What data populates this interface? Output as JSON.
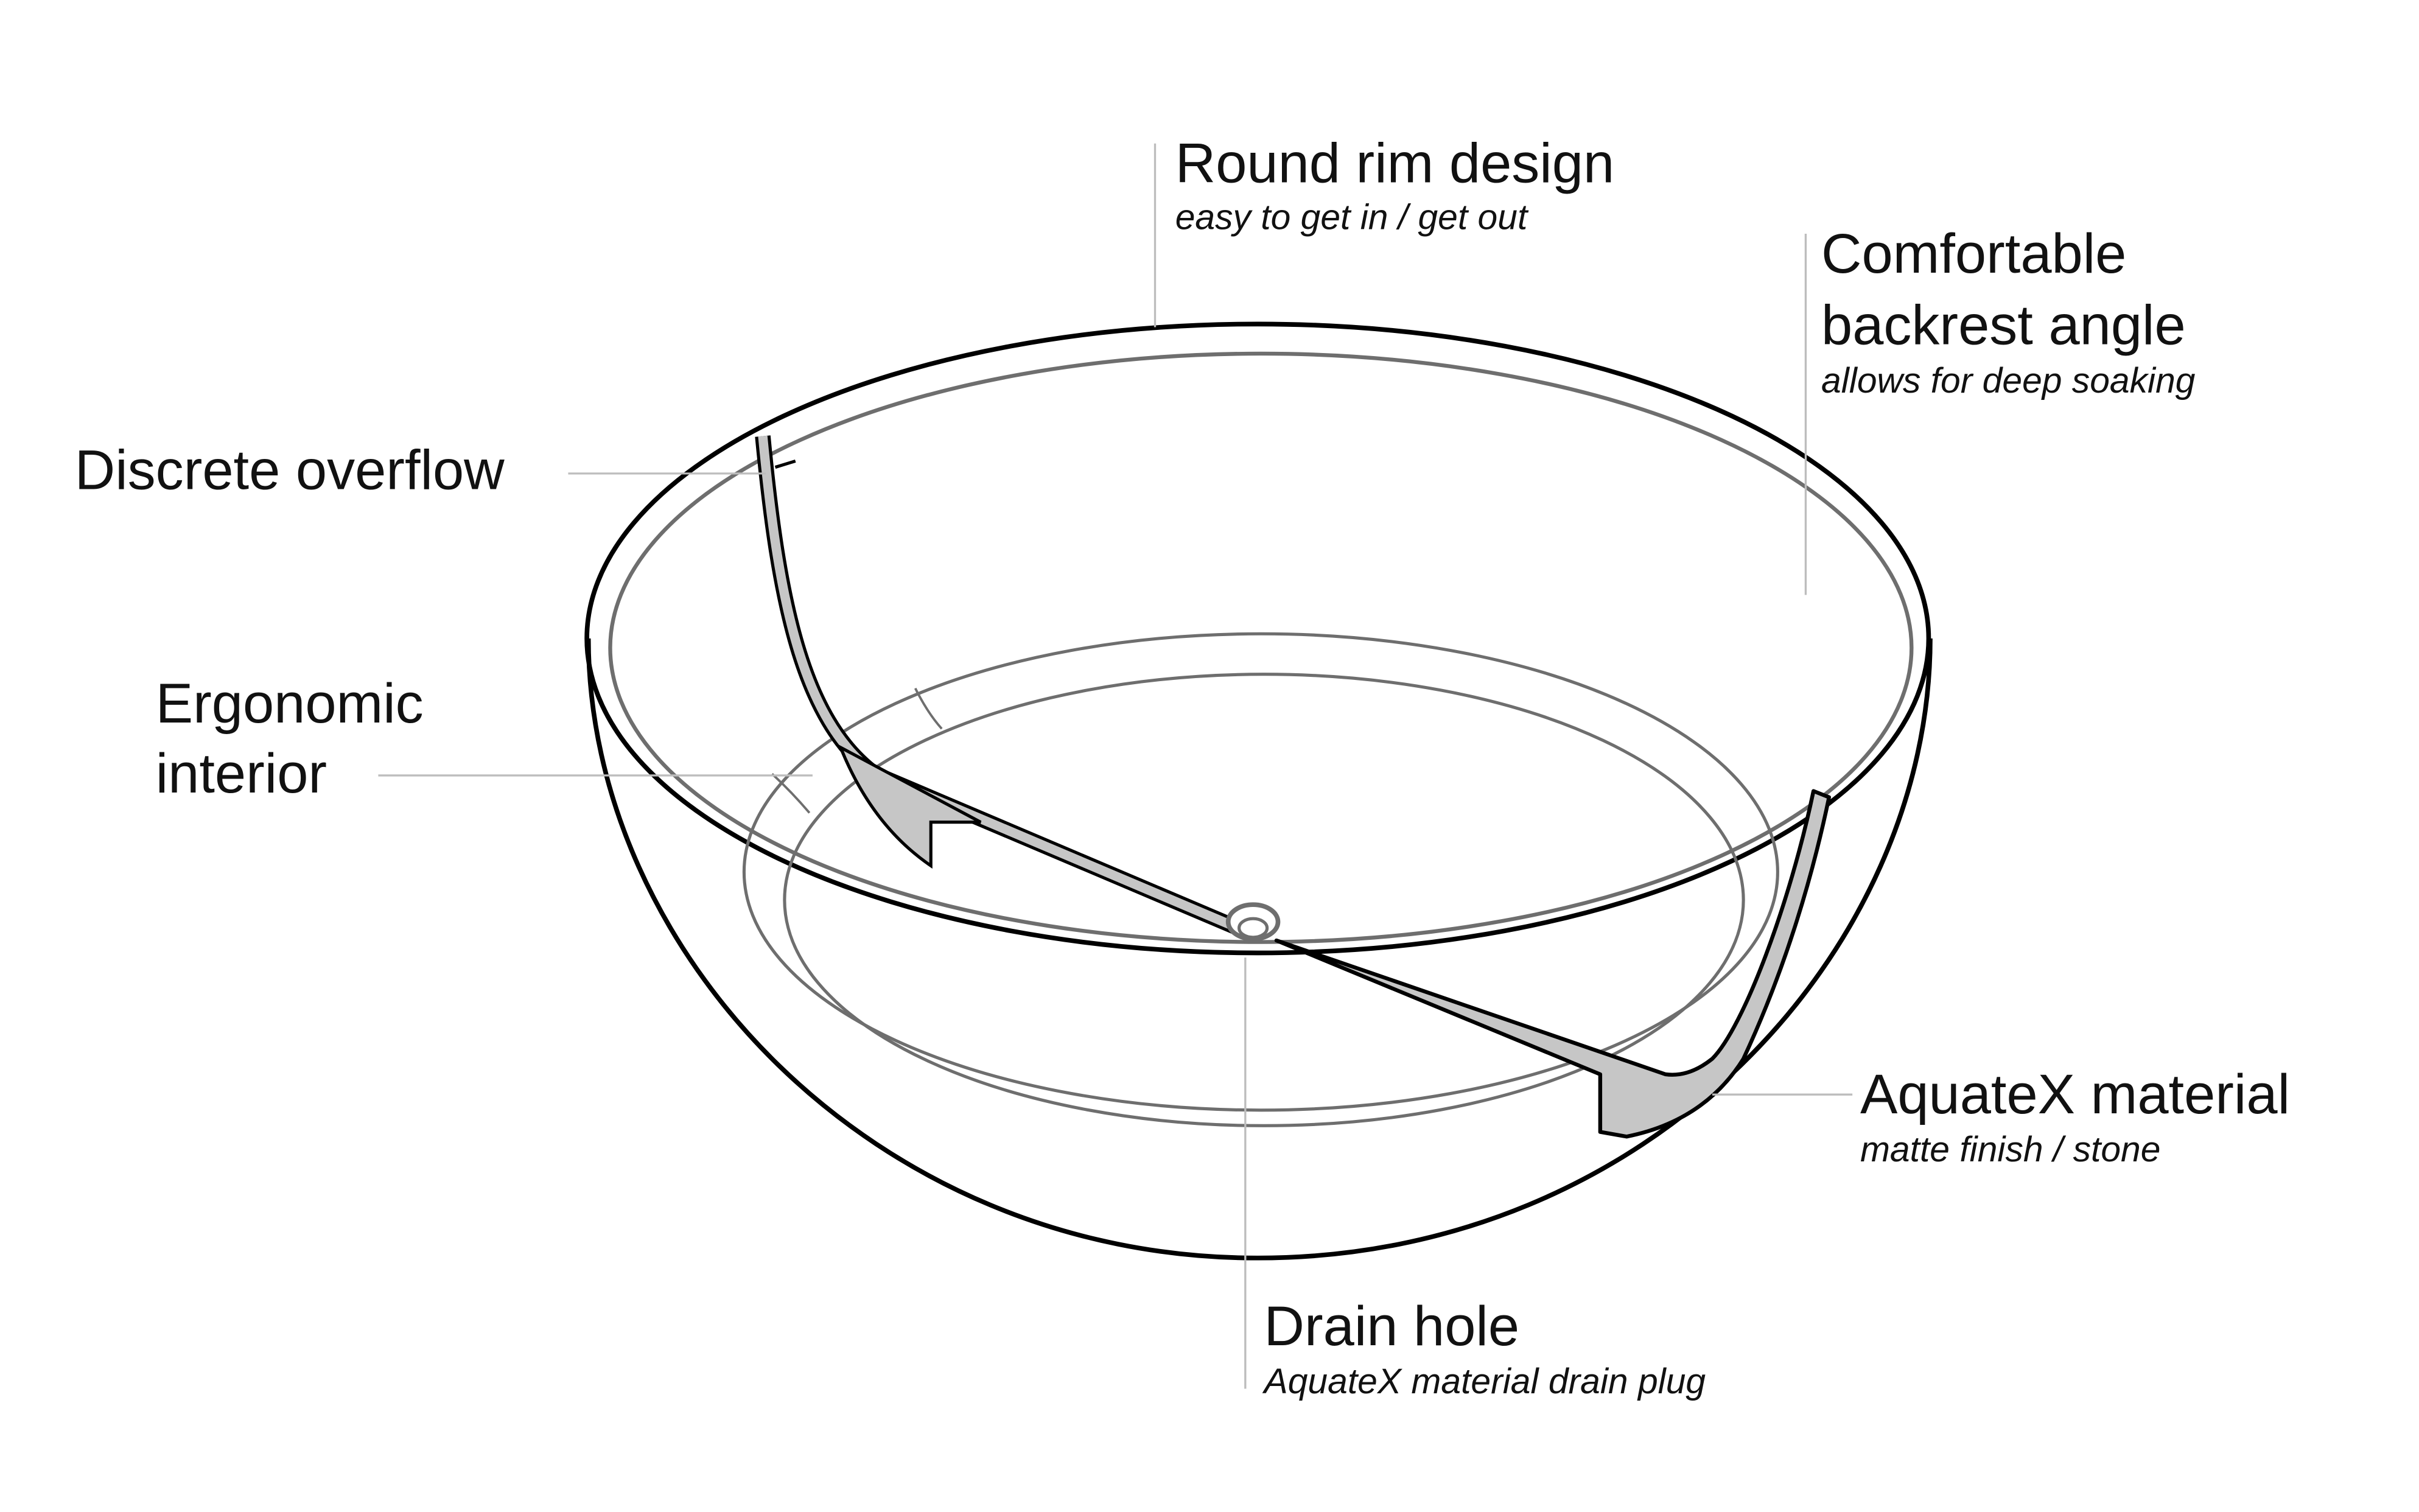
{
  "callouts": {
    "rim": {
      "title": "Round rim design",
      "subtitle": "easy to get in / get out"
    },
    "backrest": {
      "title_line1": "Comfortable",
      "title_line2": "backrest angle",
      "subtitle": "allows for deep soaking"
    },
    "overflow": {
      "title": "Discrete overflow"
    },
    "interior": {
      "title_line1": "Ergonomic",
      "title_line2": "interior"
    },
    "material": {
      "title": "AquateX material",
      "subtitle": "matte finish / stone"
    },
    "drain": {
      "title": "Drain hole",
      "subtitle": "AquateX material drain plug"
    }
  },
  "colors": {
    "outline": "#000000",
    "rim": "#6e6e6e",
    "section_fill": "#c6c6c6",
    "leader": "#bdbdbd"
  }
}
